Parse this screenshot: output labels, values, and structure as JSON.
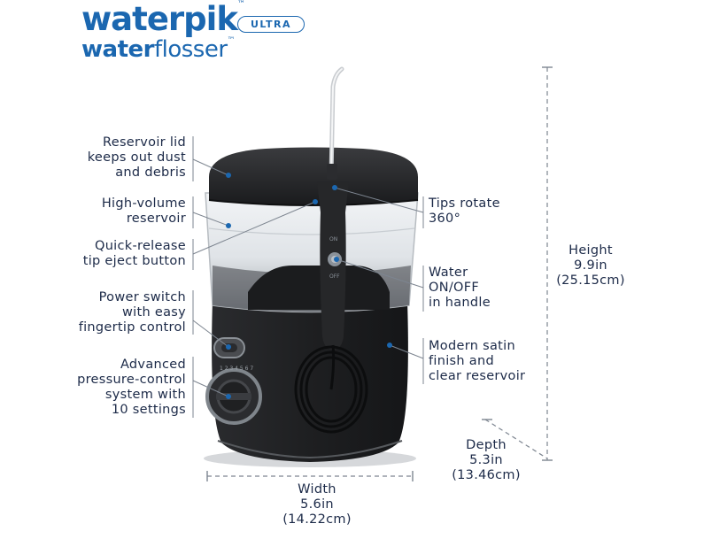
{
  "brand": {
    "name": "waterpik",
    "badge": "ULTRA",
    "product_bold": "water",
    "product_light": "flosser",
    "trademark": "™"
  },
  "callouts": {
    "reservoir_lid": "Reservoir lid\nkeeps out dust\nand debris",
    "high_volume": "High-volume\nreservoir",
    "quick_release": "Quick-release\ntip eject button",
    "power_switch": "Power switch\nwith easy\nfingertip control",
    "pressure_control": "Advanced\npressure-control\nsystem with\n10 settings",
    "tips_rotate": "Tips rotate\n360°",
    "water_onoff": "Water\nON/OFF\nin handle",
    "modern_finish": "Modern satin\nfinish and\nclear reservoir"
  },
  "dimensions": {
    "height": "Height\n9.9in\n(25.15cm)",
    "depth": "Depth\n5.3in\n(13.46cm)",
    "width": "Width\n5.6in\n(14.22cm)"
  },
  "colors": {
    "brand_blue": "#1b67b0",
    "text_navy": "#1c2a48",
    "line_gray": "#7d8590",
    "unit_black": "#1f2022"
  }
}
